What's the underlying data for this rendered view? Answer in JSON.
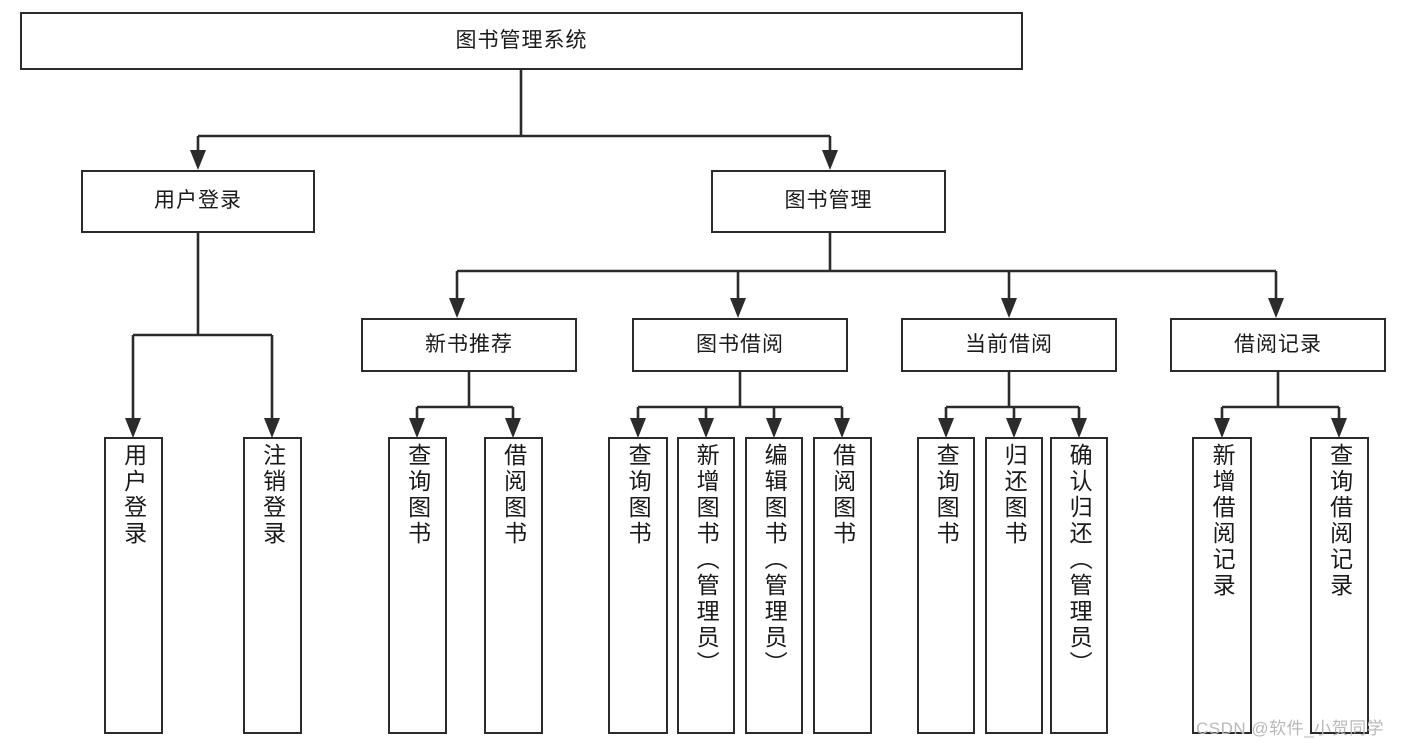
{
  "diagram": {
    "type": "tree-hierarchy-chart",
    "title": "图书管理系统",
    "watermark": "CSDN @软件_小贺同学",
    "colors": {
      "background": "#ffffff",
      "box_border": "#2b2b2b",
      "box_fill": "#ffffff",
      "text": "#1a1a1a",
      "connector": "#2b2b2b",
      "watermark": "#b9b9b9"
    },
    "nodes": {
      "root": "图书管理系统",
      "level1": [
        {
          "label": "用户登录"
        },
        {
          "label": "图书管理"
        }
      ],
      "level2": [
        {
          "label": "新书推荐"
        },
        {
          "label": "图书借阅"
        },
        {
          "label": "当前借阅"
        },
        {
          "label": "借阅记录"
        }
      ],
      "leaves": {
        "user_login": [
          {
            "label": "用户登录"
          },
          {
            "label": "注销登录"
          }
        ],
        "new_book": [
          {
            "label": "查询图书"
          },
          {
            "label": "借阅图书"
          }
        ],
        "book_borrow": [
          {
            "label": "查询图书"
          },
          {
            "label": "新增图书（管理员）"
          },
          {
            "label": "编辑图书（管理员）"
          },
          {
            "label": "借阅图书"
          }
        ],
        "current_borrow": [
          {
            "label": "查询图书"
          },
          {
            "label": "归还图书"
          },
          {
            "label": "确认归还（管理员）"
          }
        ],
        "borrow_record": [
          {
            "label": "新增借阅记录"
          },
          {
            "label": "查询借阅记录"
          }
        ]
      }
    }
  }
}
